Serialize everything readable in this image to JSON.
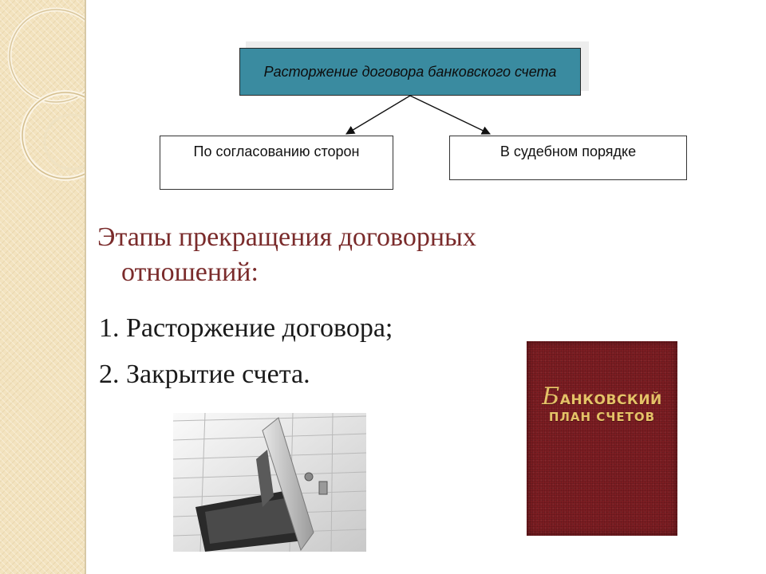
{
  "diagram": {
    "root": "Расторжение договора банковского счета",
    "branches": [
      {
        "label": "По согласованию сторон"
      },
      {
        "label": "В судебном порядке"
      }
    ]
  },
  "content": {
    "heading_line1": "Этапы прекращения договорных",
    "heading_line2": "отношений:",
    "stages": [
      "1. Расторжение договора;",
      "2. Закрытие счета."
    ]
  },
  "book": {
    "title_initial": "Б",
    "title_rest": "АНКОВСКИЙ",
    "subtitle": "ПЛАН СЧЕТОВ"
  },
  "colors": {
    "header_fill": "#3a8ba0",
    "heading_text": "#7a2b2b",
    "book_cover": "#7c1d22",
    "book_lettering": "#e4c267",
    "decor_strip": "#f3e3bf"
  },
  "images": {
    "safe_photo": "open-safe-deposit-box-photo",
    "book_photo": "book-cover-photo"
  }
}
